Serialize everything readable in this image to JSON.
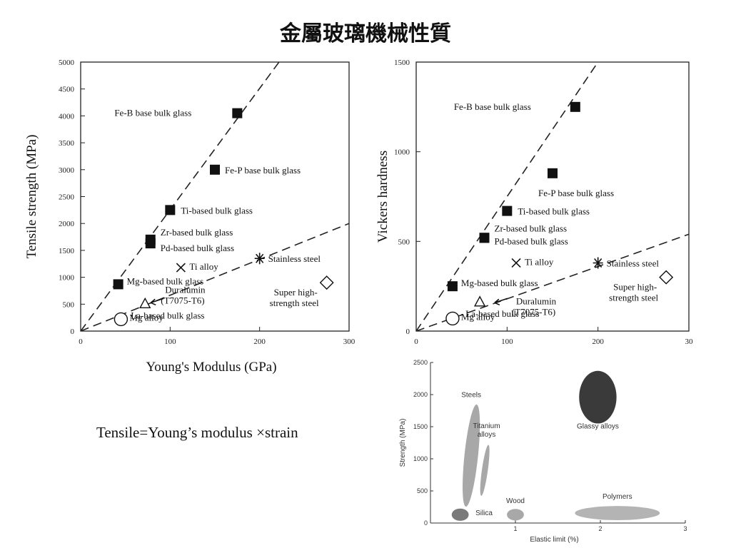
{
  "slide": {
    "title": "金屬玻璃機械性質",
    "formula": "Tensile=Young’s modulus ×strain"
  },
  "chart_data": [
    {
      "type": "scatter",
      "xlabel": "Young's Modulus (GPa)",
      "ylabel": "Tensile strength (MPa)",
      "xlim": [
        0,
        300
      ],
      "ylim": [
        0,
        5000
      ],
      "x_ticks": [
        "0",
        "100",
        "200",
        "300"
      ],
      "y_ticks": [
        "0",
        "500",
        "1000",
        "1500",
        "2000",
        "2500",
        "3000",
        "3500",
        "4000",
        "4500",
        "5000"
      ],
      "trendlines": [
        {
          "from": [
            0,
            0
          ],
          "to": [
            235,
            5300
          ]
        },
        {
          "from": [
            0,
            0
          ],
          "to": [
            300,
            2000
          ]
        }
      ],
      "points": [
        {
          "label": "Fe-B base bulk glass",
          "x": 175,
          "y": 4050,
          "marker": "filled-square",
          "label_side": "left"
        },
        {
          "label": "Fe-P base bulk glass",
          "x": 150,
          "y": 3000,
          "marker": "filled-square",
          "label_side": "right"
        },
        {
          "label": "Ti-based bulk glass",
          "x": 100,
          "y": 2250,
          "marker": "filled-square",
          "label_side": "right"
        },
        {
          "label": "Zr-based bulk glass",
          "x": 78,
          "y": 1700,
          "marker": "filled-square",
          "label_side": "right"
        },
        {
          "label": "Pd-based bulk glass",
          "x": 78,
          "y": 1630,
          "marker": "filled-square",
          "label_side": "right"
        },
        {
          "label": "Mg-based bulk glass",
          "x": 42,
          "y": 870,
          "marker": "filled-square",
          "label_side": "right"
        },
        {
          "label": "La-based bulk glass",
          "x": 72,
          "y": 500,
          "marker": "open-triangle",
          "label_side": "right"
        },
        {
          "label": "Ti alloy",
          "x": 112,
          "y": 1180,
          "marker": "x",
          "label_side": "right"
        },
        {
          "label": "Stainless steel",
          "x": 200,
          "y": 1350,
          "marker": "asterisk",
          "label_side": "right"
        },
        {
          "label": "Super high-strength steel",
          "x": 275,
          "y": 900,
          "marker": "open-diamond",
          "label_side": "left"
        },
        {
          "label": "Duralumin (T7075-T6)",
          "x": 72,
          "y": 500,
          "marker": "arrow",
          "label_side": "right"
        },
        {
          "label": "Mg alloy",
          "x": 45,
          "y": 220,
          "marker": "open-circle",
          "label_side": "right"
        }
      ]
    },
    {
      "type": "scatter",
      "xlabel": "",
      "ylabel": "Vickers hardness",
      "xlim": [
        0,
        300
      ],
      "ylim": [
        0,
        1500
      ],
      "x_ticks": [
        "0",
        "100",
        "200",
        "30"
      ],
      "y_ticks": [
        "0",
        "500",
        "1000",
        "1500"
      ],
      "trendlines": [
        {
          "from": [
            0,
            0
          ],
          "to": [
            200,
            1500
          ]
        },
        {
          "from": [
            0,
            0
          ],
          "to": [
            300,
            540
          ]
        }
      ],
      "points": [
        {
          "label": "Fe-B base bulk glass",
          "x": 175,
          "y": 1250,
          "marker": "filled-square",
          "label_side": "left"
        },
        {
          "label": "Fe-P base bulk glass",
          "x": 150,
          "y": 880,
          "marker": "filled-square",
          "label_side": "below"
        },
        {
          "label": "Ti-based bulk glass",
          "x": 100,
          "y": 670,
          "marker": "filled-square",
          "label_side": "right"
        },
        {
          "label": "Zr-based bulk glass",
          "x": 75,
          "y": 520,
          "marker": "filled-square",
          "label_side": "right"
        },
        {
          "label": "Pd-based bulk glass",
          "x": 75,
          "y": 520,
          "marker": "filled-square",
          "label_side": "right"
        },
        {
          "label": "Mg-based bulk glass",
          "x": 40,
          "y": 250,
          "marker": "filled-square",
          "label_side": "right"
        },
        {
          "label": "La-based bulk glass",
          "x": 70,
          "y": 160,
          "marker": "open-triangle",
          "label_side": "right"
        },
        {
          "label": "Ti alloy",
          "x": 110,
          "y": 380,
          "marker": "x",
          "label_side": "right"
        },
        {
          "label": "Stainless steel",
          "x": 200,
          "y": 380,
          "marker": "asterisk",
          "label_side": "right"
        },
        {
          "label": "Super high-strength steel",
          "x": 275,
          "y": 300,
          "marker": "open-diamond",
          "label_side": "left"
        },
        {
          "label": "Duralumin (T7075-T6)",
          "x": 80,
          "y": 150,
          "marker": "arrow",
          "label_side": "right"
        },
        {
          "label": "Mg alloy",
          "x": 40,
          "y": 70,
          "marker": "open-circle",
          "label_side": "right"
        }
      ]
    },
    {
      "type": "scatter",
      "xlabel": "Elastic limit (%)",
      "ylabel": "Strength (MPa)",
      "xlim": [
        0,
        3
      ],
      "ylim": [
        0,
        2500
      ],
      "x_ticks": [
        "1",
        "2",
        "3"
      ],
      "y_ticks": [
        "0",
        "500",
        "1000",
        "1500",
        "2000",
        "2500"
      ],
      "regions": [
        {
          "label": "Steels",
          "cx": 0.48,
          "cy": 1050,
          "rx": 0.08,
          "ry": 800,
          "angle": 6,
          "color": "#a8a8a8",
          "label_at": [
            0.48,
            1960
          ]
        },
        {
          "label": "Titanium alloys",
          "cx": 0.64,
          "cy": 820,
          "rx": 0.035,
          "ry": 400,
          "angle": 8,
          "color": "#a8a8a8",
          "label_at": [
            0.66,
            1480
          ]
        },
        {
          "label": "Glassy alloys",
          "cx": 1.97,
          "cy": 1960,
          "rx": 0.22,
          "ry": 410,
          "angle": 0,
          "color": "#3a3a3a",
          "label_at": [
            1.97,
            1470
          ]
        },
        {
          "label": "Silica",
          "cx": 0.35,
          "cy": 130,
          "rx": 0.1,
          "ry": 95,
          "angle": 0,
          "color": "#7a7a7a",
          "label_at": [
            0.53,
            120
          ]
        },
        {
          "label": "Wood",
          "cx": 1.0,
          "cy": 130,
          "rx": 0.1,
          "ry": 90,
          "angle": 0,
          "color": "#a8a8a8",
          "label_at": [
            1.0,
            310
          ]
        },
        {
          "label": "Polymers",
          "cx": 2.2,
          "cy": 155,
          "rx": 0.5,
          "ry": 110,
          "angle": 0,
          "color": "#b4b4b4",
          "label_at": [
            2.2,
            380
          ]
        }
      ]
    }
  ]
}
